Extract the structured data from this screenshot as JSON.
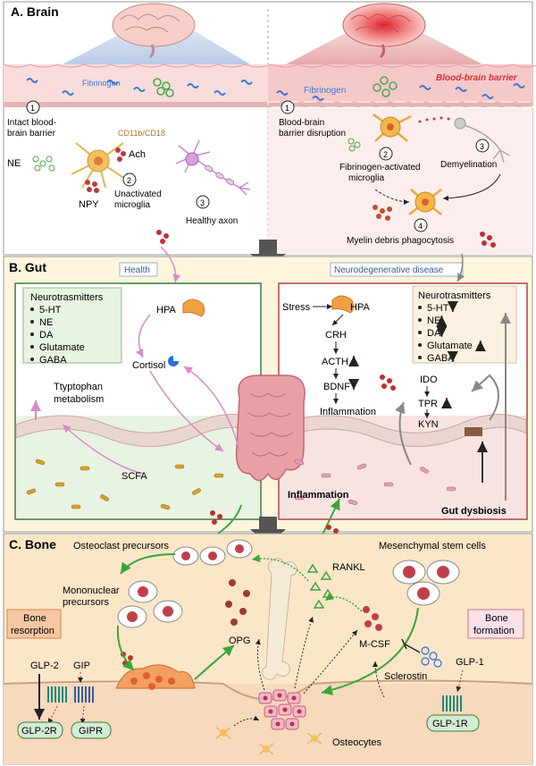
{
  "brain": {
    "title": "A. Brain",
    "fibrinogen_left": "Fibrinogen",
    "fibrinogen_right": "Fibrinogen",
    "bbb_label": "Blood-brain barrier",
    "left_steps": {
      "n1": "1",
      "s1_line1": "Intact blood-",
      "s1_line2": "brain barrier",
      "cd_label": "CD11b/CD18",
      "ne": "NE",
      "ach": "Ach",
      "npy": "NPY",
      "n2": "2",
      "s2_line1": "Unactivated",
      "s2_line2": "microglia",
      "n3": "3",
      "s3": "Healthy axon"
    },
    "right_steps": {
      "n1": "1",
      "s1_line1": "Blood-brain",
      "s1_line2": "barrier disruption",
      "n2": "2",
      "s2_line1": "Fibrinogen-activated",
      "s2_line2": "microglia",
      "n3": "3",
      "s3": "Demyelination",
      "n4": "4",
      "s4": "Myelin debris phagocytosis"
    }
  },
  "gut": {
    "title": "B. Gut",
    "health_label": "Health",
    "disease_label": "Neurodegenerative disease",
    "left": {
      "nt_title": "Neurotrasmitters",
      "nt_items": [
        "5-HT",
        "NE",
        "DA",
        "Glutamate",
        "GABA"
      ],
      "hpa": "HPA",
      "cortisol": "Cortisol",
      "trp_line1": "Ttyptophan",
      "trp_line2": "metabolism",
      "scfa": "SCFA"
    },
    "right": {
      "stress": "Stress",
      "hpa": "HPA",
      "crh": "CRH",
      "acth": "ACTH",
      "bdnf": "BDNF",
      "inflammation_top": "Inflammation",
      "nt_title": "Neurotrasmitters",
      "nt_items": [
        "5-HT",
        "NE",
        "DA",
        "Glutamate",
        "GABA"
      ],
      "nt_dirs": [
        "down",
        "up",
        "down",
        "up",
        "down"
      ],
      "ido": "IDO",
      "tpr": "TPR",
      "kyn": "KYN",
      "inflammation_bottom": "Inflammation",
      "dysbiosis": "Gut dysbiosis"
    }
  },
  "bone": {
    "title": "C. Bone",
    "osteoclast_precursors": "Osteoclast precursors",
    "mononuclear_line1": "Mononuclear",
    "mononuclear_line2": "precursors",
    "resorption_line1": "Bone",
    "resorption_line2": "resorption",
    "formation_line1": "Bone",
    "formation_line2": "formation",
    "opg": "OPG",
    "rankl": "RANKL",
    "mcsf": "M-CSF",
    "msc": "Mesenchymal stem cells",
    "sclerostin": "Sclerostin",
    "glp2": "GLP-2",
    "gip": "GIP",
    "glp1": "GLP-1",
    "glp2r": "GLP-2R",
    "gipr": "GIPR",
    "glp1r": "GLP-1R",
    "osteocytes": "Osteocytes"
  },
  "colors": {
    "up_arrow": "#e02424",
    "down_arrow": "#2b6fd6",
    "health_border": "#3a7d3a",
    "disease_border": "#b04040",
    "bone_bg": "#fbe6c8",
    "gut_bg": "#fdf6dc"
  }
}
